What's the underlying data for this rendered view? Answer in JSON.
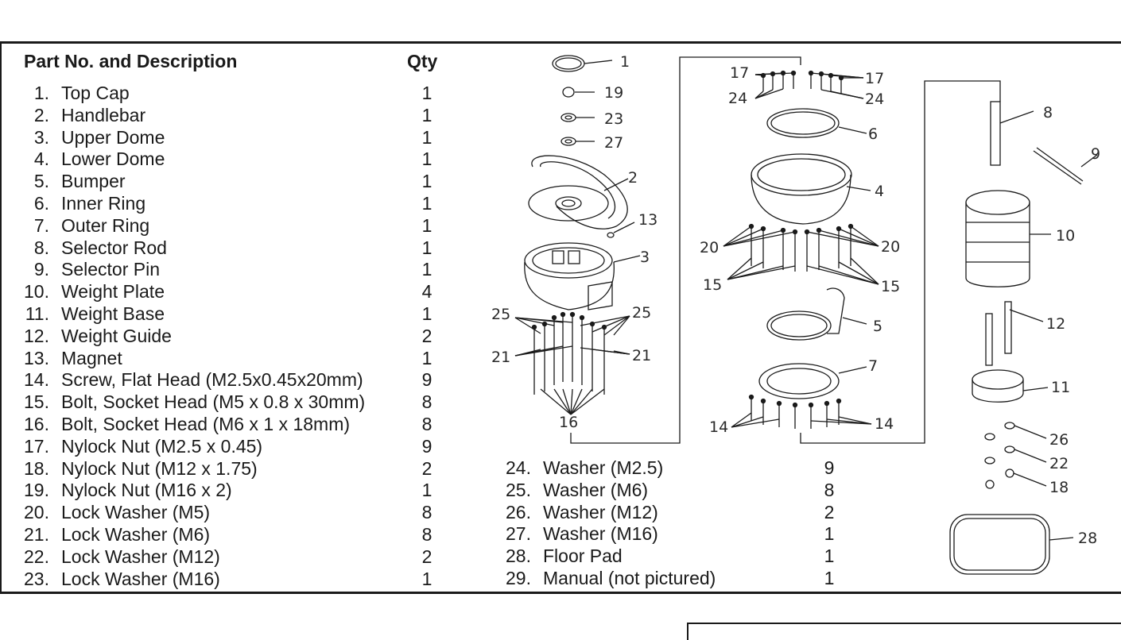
{
  "header": {
    "description": "Part No. and Description",
    "qty": "Qty"
  },
  "parts_left": [
    {
      "num": "1.",
      "desc": "Top Cap",
      "qty": "1"
    },
    {
      "num": "2.",
      "desc": "Handlebar",
      "qty": "1"
    },
    {
      "num": "3.",
      "desc": "Upper Dome",
      "qty": "1"
    },
    {
      "num": "4.",
      "desc": "Lower Dome",
      "qty": "1"
    },
    {
      "num": "5.",
      "desc": "Bumper",
      "qty": "1"
    },
    {
      "num": "6.",
      "desc": "Inner Ring",
      "qty": "1"
    },
    {
      "num": "7.",
      "desc": "Outer Ring",
      "qty": "1"
    },
    {
      "num": "8.",
      "desc": "Selector Rod",
      "qty": "1"
    },
    {
      "num": "9.",
      "desc": "Selector Pin",
      "qty": "1"
    },
    {
      "num": "10.",
      "desc": "Weight Plate",
      "qty": "4"
    },
    {
      "num": "11.",
      "desc": "Weight Base",
      "qty": "1"
    },
    {
      "num": "12.",
      "desc": "Weight Guide",
      "qty": "2"
    },
    {
      "num": "13.",
      "desc": "Magnet",
      "qty": "1"
    },
    {
      "num": "14.",
      "desc": "Screw, Flat Head (M2.5x0.45x20mm)",
      "qty": "9"
    },
    {
      "num": "15.",
      "desc": "Bolt, Socket Head (M5 x 0.8 x 30mm)",
      "qty": "8"
    },
    {
      "num": "16.",
      "desc": "Bolt, Socket Head (M6 x 1 x 18mm)",
      "qty": "8"
    },
    {
      "num": "17.",
      "desc": "Nylock Nut (M2.5 x 0.45)",
      "qty": "9"
    },
    {
      "num": "18.",
      "desc": "Nylock Nut (M12 x 1.75)",
      "qty": "2"
    },
    {
      "num": "19.",
      "desc": "Nylock Nut (M16 x 2)",
      "qty": "1"
    },
    {
      "num": "20.",
      "desc": "Lock Washer (M5)",
      "qty": "8"
    },
    {
      "num": "21.",
      "desc": "Lock Washer (M6)",
      "qty": "8"
    },
    {
      "num": "22.",
      "desc": "Lock Washer (M12)",
      "qty": "2"
    },
    {
      "num": "23.",
      "desc": "Lock Washer (M16)",
      "qty": "1"
    }
  ],
  "parts_right": [
    {
      "num": "24.",
      "desc": "Washer (M2.5)",
      "qty": "9"
    },
    {
      "num": "25.",
      "desc": "Washer (M6)",
      "qty": "8"
    },
    {
      "num": "26.",
      "desc": "Washer (M12)",
      "qty": "2"
    },
    {
      "num": "27.",
      "desc": "Washer (M16)",
      "qty": "1"
    },
    {
      "num": "28.",
      "desc": "Floor Pad",
      "qty": "1"
    },
    {
      "num": "29.",
      "desc": "Manual (not pictured)",
      "qty": "1"
    }
  ],
  "callouts": [
    "1",
    "19",
    "23",
    "27",
    "2",
    "13",
    "3",
    "25",
    "25",
    "21",
    "21",
    "16",
    "17",
    "17",
    "24",
    "24",
    "6",
    "4",
    "20",
    "20",
    "15",
    "15",
    "5",
    "7",
    "14",
    "14",
    "8",
    "9",
    "10",
    "12",
    "11",
    "26",
    "22",
    "18",
    "28"
  ]
}
